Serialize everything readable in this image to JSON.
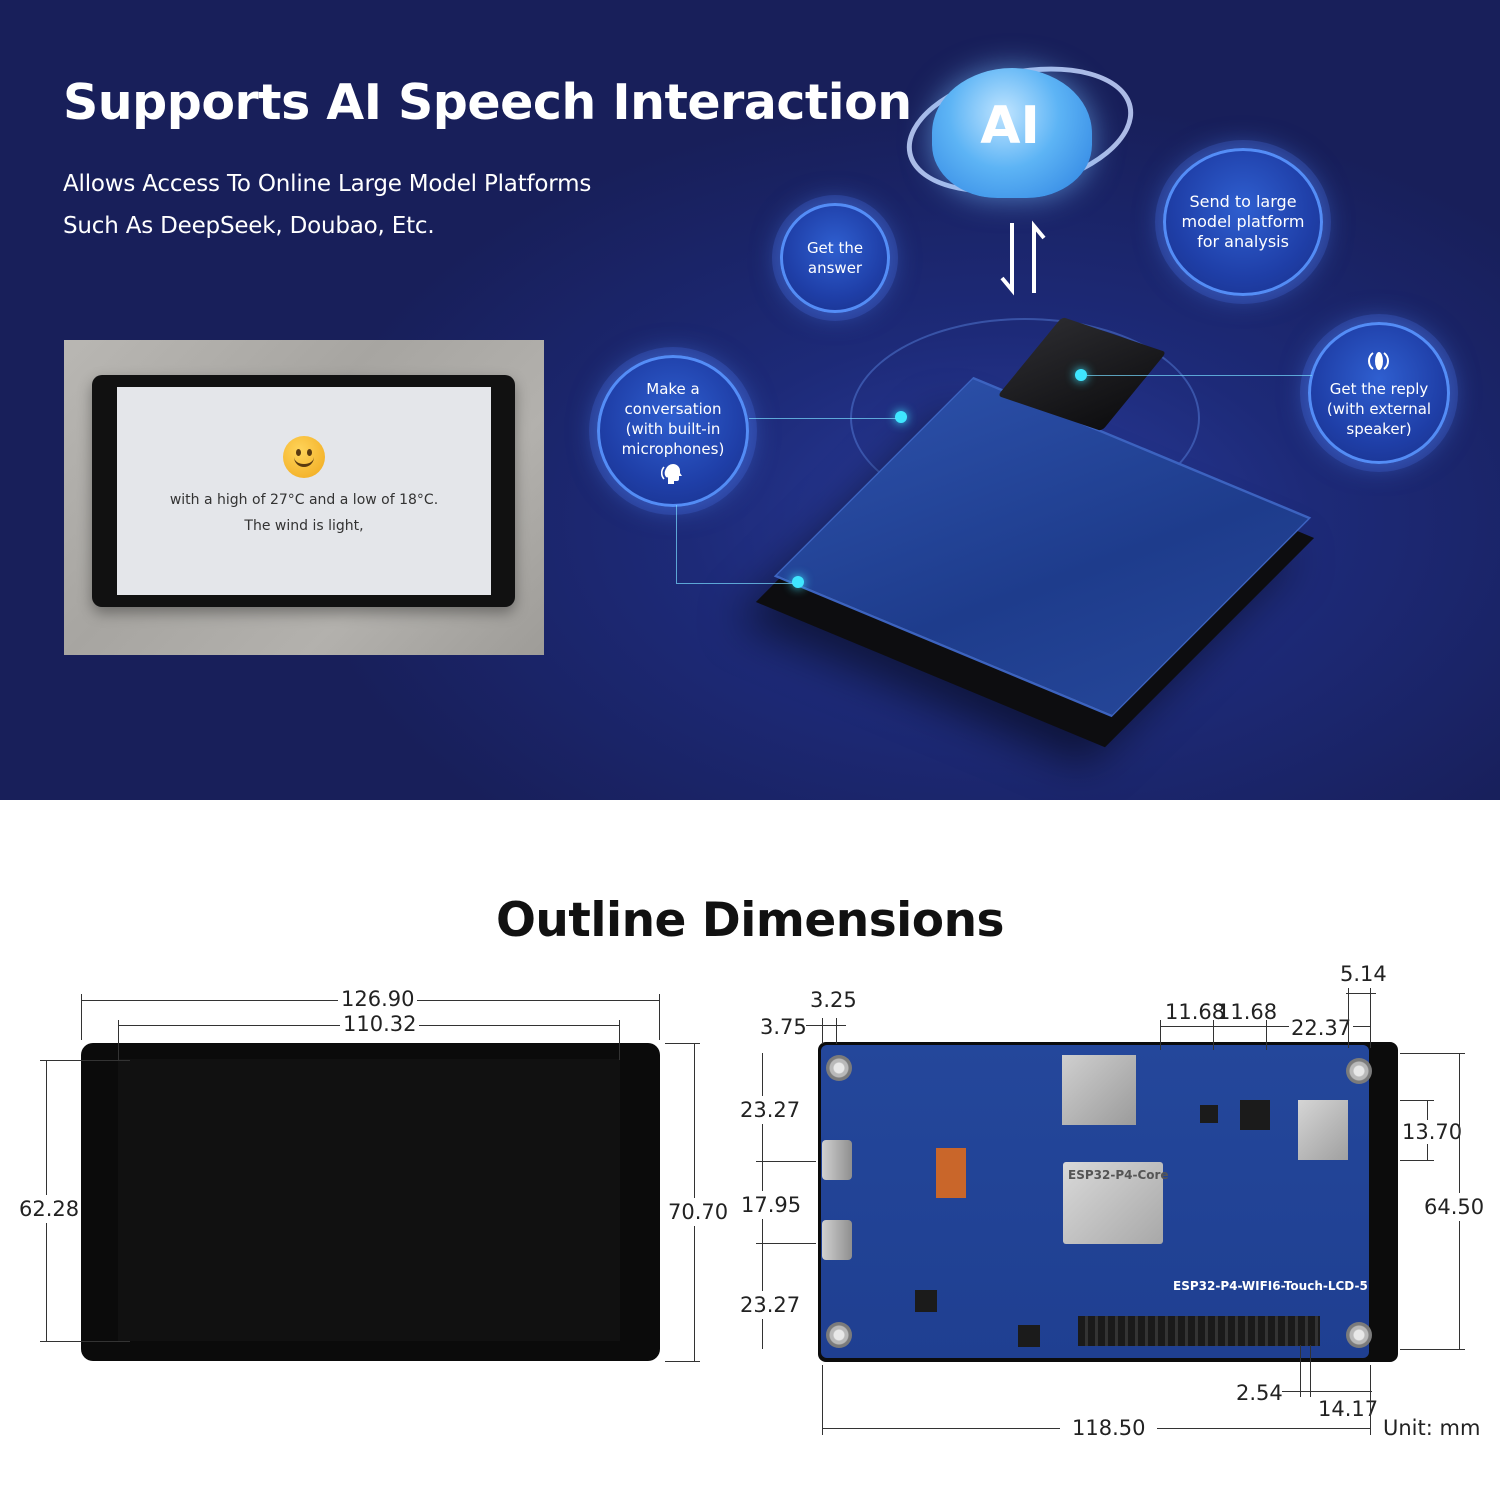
{
  "banner": {
    "title": "Supports AI Speech Interaction",
    "subtitle_line1": "Allows Access To Online Large Model Platforms",
    "subtitle_line2": "Such As DeepSeek, Doubao, Etc.",
    "ai_label": "AI",
    "screen_text_line1": "with a high of 27°C and a low of 18°C.",
    "screen_text_line2": "The wind is light,",
    "bubbles": {
      "answer": [
        "Get the",
        "answer"
      ],
      "send": [
        "Send to large",
        "model platform",
        "for analysis"
      ],
      "conversation": [
        "Make a",
        "conversation",
        "(with built-in",
        "microphones)"
      ],
      "reply": [
        "Get the reply",
        "(with external",
        "speaker)"
      ]
    },
    "colors": {
      "background": "#1b2465",
      "accent": "#3fe6ff",
      "bubble": "#1f3fa8"
    }
  },
  "dimensions": {
    "title": "Outline Dimensions",
    "front": {
      "width_outer": "126.90",
      "width_inner": "110.32",
      "height_inner": "62.28",
      "height_outer": "70.70"
    },
    "rear": {
      "d_3_25": "3.25",
      "d_3_75": "3.75",
      "d_11_68_a": "11.68",
      "d_11_68_b": "11.68",
      "d_22_37": "22.37",
      "d_5_14": "5.14",
      "d_13_70": "13.70",
      "d_64_50": "64.50",
      "d_23_27_a": "23.27",
      "d_17_95": "17.95",
      "d_23_27_b": "23.27",
      "d_2_54": "2.54",
      "d_14_17": "14.17",
      "d_118_50": "118.50"
    },
    "unit": "Unit: mm",
    "board_module_label": "ESP32-P4-Core",
    "board_brand_label": "ESP32-P4-WIFI6-Touch-LCD-5"
  }
}
